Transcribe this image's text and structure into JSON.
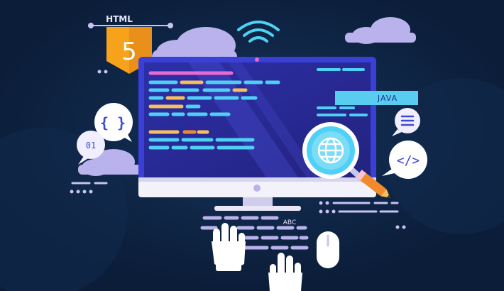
{
  "badge": {
    "label": "HTML",
    "number": "5"
  },
  "labels": {
    "java": "JAVA",
    "binary": "01",
    "braces": "{ }",
    "code_tag": "</>",
    "keyboard": "ABC"
  },
  "colors": {
    "background": "#0d2240",
    "monitor_frame": "#3a3fd6",
    "screen": "#2a2a96",
    "shield": "#f7a21b",
    "cloud": "#b9b2ec",
    "java_label": "#58cdf0",
    "accent_orange": "#f28a2c",
    "accent_cyan": "#4fd0f5",
    "accent_pink": "#e96ad1",
    "accent_yellow": "#f5c05b"
  },
  "icons": {
    "wifi": "wifi-icon",
    "globe": "globe-icon",
    "magnifier": "magnifier-icon",
    "menu": "menu-icon",
    "pencil": "pencil-icon",
    "mouse": "mouse-icon",
    "hands": "hand-icon"
  }
}
